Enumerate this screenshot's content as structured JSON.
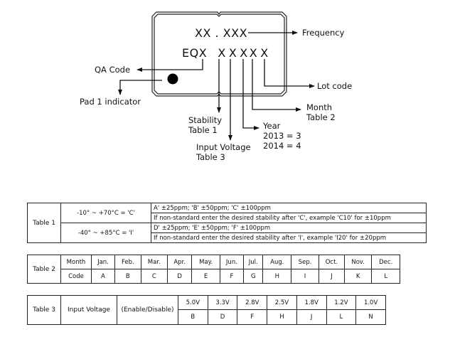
{
  "diagram": {
    "frequency_marking": "XX . XXX",
    "lot_marking_prefix": "EQX",
    "lot_marking_chars": [
      "X",
      "X",
      "X",
      "X",
      "X"
    ],
    "labels": {
      "frequency": "Frequency",
      "qa_code": "QA Code",
      "pad1": "Pad 1 indicator",
      "lot_code": "Lot code",
      "month_line1": "Month",
      "month_line2": "Table 2",
      "stability_line1": "Stability",
      "stability_line2": "Table 1",
      "year_line1": "Year",
      "year_line2": "2013 = 3",
      "year_line3": "2014 = 4",
      "voltage_line1": "Input Voltage",
      "voltage_line2": "Table 3"
    }
  },
  "table1": {
    "title": "Table 1",
    "rows": [
      {
        "range": "-10° ~ +70°C = 'C'",
        "codes": "A' ±25ppm; 'B' ±50ppm; 'C' ±100ppm",
        "note": "If non-standard enter the desired stability after 'C', example 'C10' for ±10ppm"
      },
      {
        "range": "-40° ~ +85°C = 'I'",
        "codes": "D' ±25ppm; 'E' ±50ppm; 'F' ±100ppm",
        "note": "If non-standard enter the desired stability after 'I', example 'I20' for ±20ppm"
      }
    ]
  },
  "table2": {
    "title": "Table 2",
    "header_label": "Month",
    "code_label": "Code",
    "months": [
      "Jan.",
      "Feb.",
      "Mar.",
      "Apr.",
      "May.",
      "Jun.",
      "Jul.",
      "Aug.",
      "Sep.",
      "Oct.",
      "Nov.",
      "Dec."
    ],
    "codes": [
      "A",
      "B",
      "C",
      "D",
      "E",
      "F",
      "G",
      "H",
      "I",
      "J",
      "K",
      "L"
    ]
  },
  "table3": {
    "title": "Table 3",
    "label": "Input Voltage",
    "sublabel": "(Enable/Disable)",
    "voltages": [
      "5.0V",
      "3.3V",
      "2.8V",
      "2.5V",
      "1.8V",
      "1.2V",
      "1.0V"
    ],
    "codes": [
      "B",
      "D",
      "F",
      "H",
      "J",
      "L",
      "N"
    ]
  }
}
